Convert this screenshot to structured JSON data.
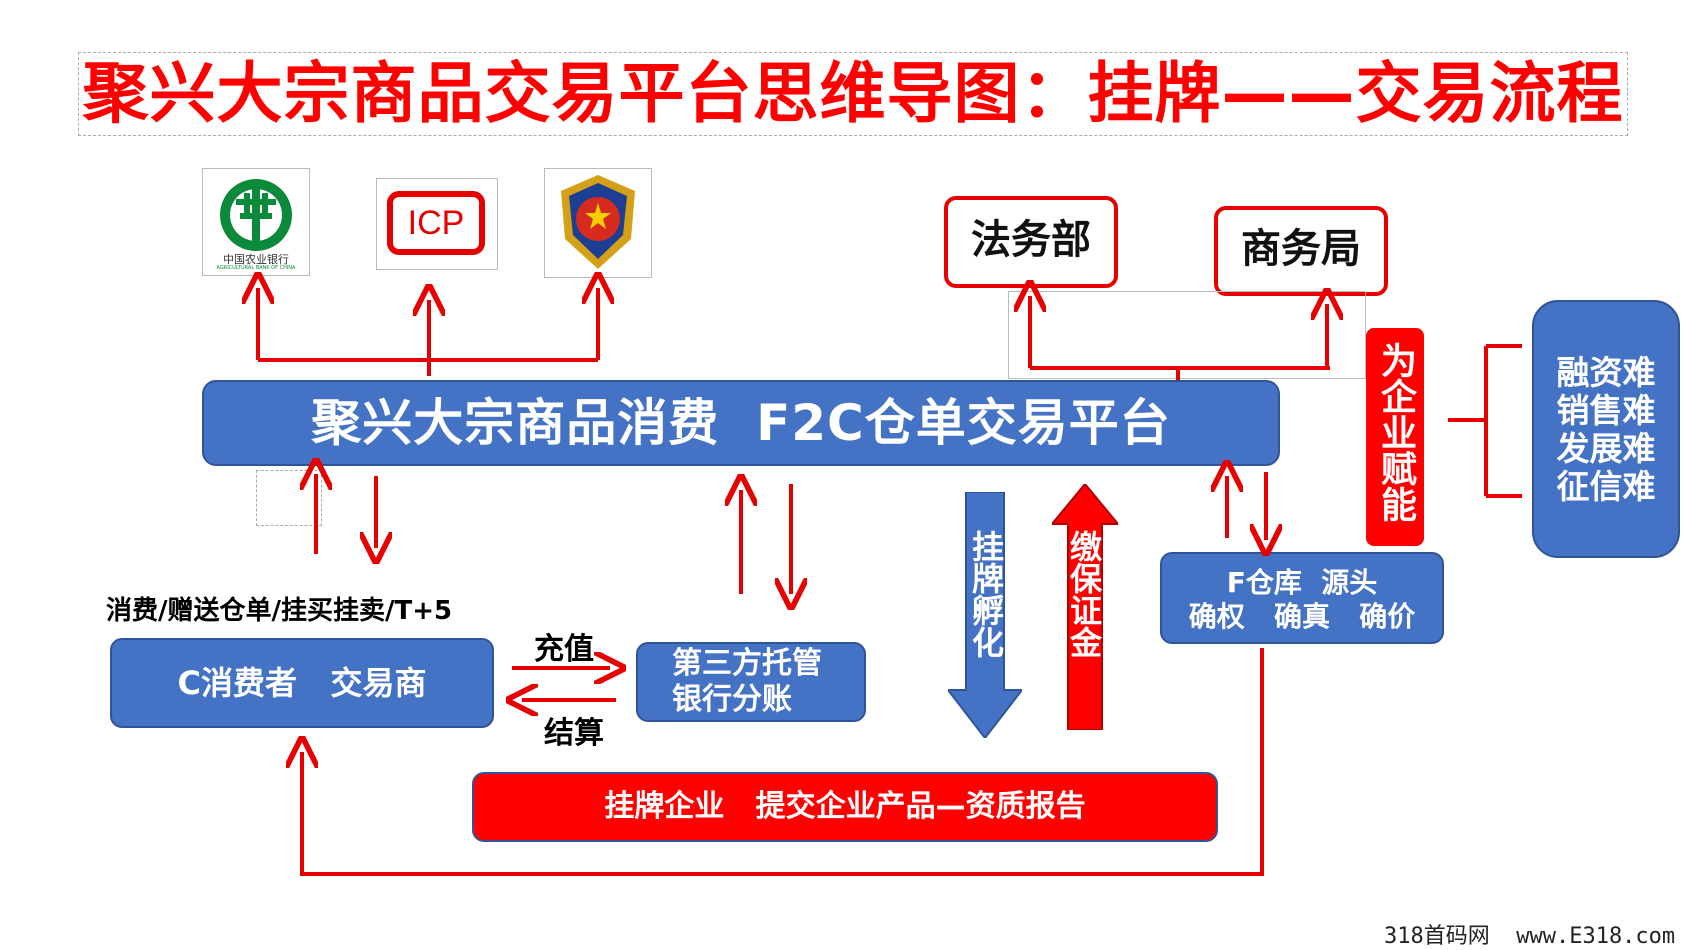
{
  "title": "聚兴大宗商品交易平台思维导图：挂牌——交易流程",
  "logos": {
    "bank_text_cn": "中国农业银行",
    "bank_text_en": "AGRICULTURAL BANK OF CHINA",
    "icp_text": "ICP"
  },
  "boxes": {
    "legal": "法务部",
    "commerce": "商务局",
    "platform": "聚兴大宗商品消费  F2C仓单交易平台",
    "empower": "为企业赋能",
    "difficulties": [
      "融资难",
      "销售难",
      "发展难",
      "征信难"
    ],
    "consumer_ops": "消费/赠送仓单/挂买挂卖/T+5",
    "consumer": "C消费者   交易商",
    "recharge": "充值",
    "settle": "结算",
    "bank_line1": "第三方托管",
    "bank_line2": "银行分账",
    "incubate": "挂牌孵化",
    "deposit": "缴保证金",
    "warehouse_line1": "F仓库  源头",
    "warehouse_line2": "确权   确真   确价",
    "listing": "挂牌企业   提交企业产品—资质报告"
  },
  "watermark": "318首码网  www.E318.com",
  "colors": {
    "red": "#ff0000",
    "blue": "#4472c4",
    "arrow": "#e60000"
  }
}
